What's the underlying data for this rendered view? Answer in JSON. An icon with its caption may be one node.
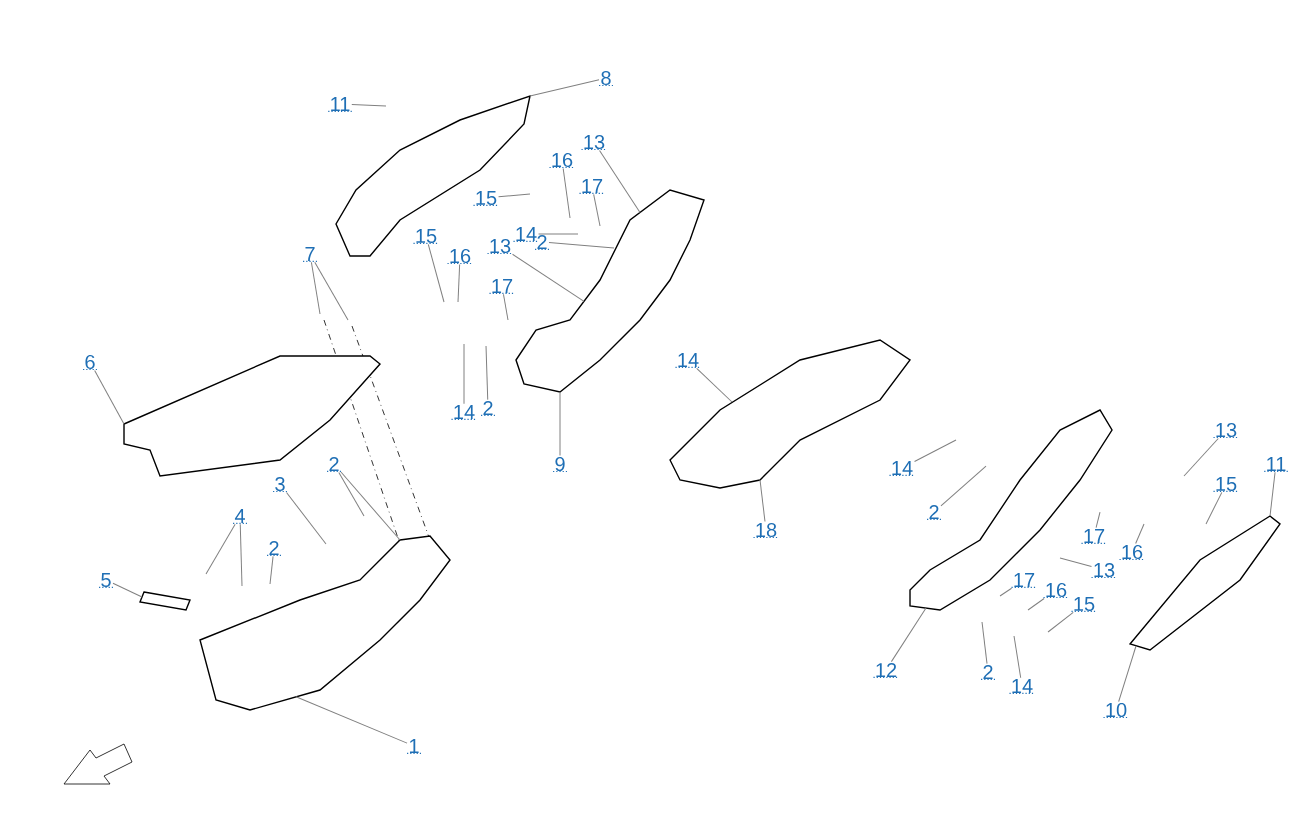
{
  "diagram": {
    "nodes": [
      {
        "text": [
          "8"
        ]
      },
      {
        "text": [
          "11"
        ]
      },
      {
        "text": [
          "13"
        ]
      },
      {
        "text": [
          "16"
        ]
      },
      {
        "text": [
          "17"
        ]
      },
      {
        "text": [
          "15"
        ]
      },
      {
        "text": [
          "14"
        ]
      },
      {
        "text": [
          "2"
        ]
      },
      {
        "text": [
          "7"
        ]
      },
      {
        "text": [
          "15"
        ]
      },
      {
        "text": [
          "13"
        ]
      },
      {
        "text": [
          "16"
        ]
      },
      {
        "text": [
          "17"
        ]
      },
      {
        "text": [
          "6"
        ]
      },
      {
        "text": [
          "14"
        ]
      },
      {
        "text": [
          "14"
        ]
      },
      {
        "text": [
          "2"
        ]
      },
      {
        "text": [
          "9"
        ]
      },
      {
        "text": [
          "13"
        ]
      },
      {
        "text": [
          "11"
        ]
      },
      {
        "text": [
          "14"
        ]
      },
      {
        "text": [
          "2"
        ]
      },
      {
        "text": [
          "3"
        ]
      },
      {
        "text": [
          "2"
        ]
      },
      {
        "text": [
          "15"
        ]
      },
      {
        "text": [
          "4"
        ]
      },
      {
        "text": [
          "18"
        ]
      },
      {
        "text": [
          "17"
        ]
      },
      {
        "text": [
          "16"
        ]
      },
      {
        "text": [
          "13"
        ]
      },
      {
        "text": [
          "2"
        ]
      },
      {
        "text": [
          "5"
        ]
      },
      {
        "text": [
          "17"
        ]
      },
      {
        "text": [
          "16"
        ]
      },
      {
        "text": [
          "15"
        ]
      },
      {
        "text": [
          "12"
        ]
      },
      {
        "text": [
          "2"
        ]
      },
      {
        "text": [
          "14"
        ]
      },
      {
        "text": [
          "10"
        ]
      },
      {
        "text": [
          "1"
        ]
      },
      {
        "text": [],
        "shape": "picture"
      },
      {
        "text": [],
        "shape": "picture"
      },
      {
        "text": [],
        "shape": "picture"
      },
      {
        "text": [],
        "shape": "picture"
      },
      {
        "text": [],
        "shape": "picture"
      },
      {
        "text": [],
        "shape": "picture"
      },
      {
        "text": [],
        "shape": "picture"
      },
      {
        "text": [],
        "shape": "picture"
      }
    ],
    "edges": [
      {
        "from": 0,
        "to": 40,
        "arrow": "none"
      },
      {
        "from": 1,
        "to": null,
        "arrow": "none"
      },
      {
        "from": 2,
        "to": 41,
        "arrow": "none"
      },
      {
        "from": 3,
        "to": null,
        "arrow": "none"
      },
      {
        "from": 4,
        "to": null,
        "arrow": "none"
      },
      {
        "from": 5,
        "to": null,
        "arrow": "none"
      },
      {
        "from": 6,
        "to": null,
        "arrow": "none"
      },
      {
        "from": 7,
        "to": 41,
        "arrow": "none"
      },
      {
        "from": 8,
        "to": null,
        "arrow": "none"
      },
      {
        "from": 8,
        "to": null,
        "arrow": "none"
      },
      {
        "from": 9,
        "to": null,
        "arrow": "none"
      },
      {
        "from": 10,
        "to": 41,
        "arrow": "none"
      },
      {
        "from": 11,
        "to": null,
        "arrow": "none"
      },
      {
        "from": 12,
        "to": null,
        "arrow": "none"
      },
      {
        "from": 13,
        "to": 42,
        "arrow": "none"
      },
      {
        "from": 14,
        "to": 44,
        "arrow": "none"
      },
      {
        "from": 15,
        "to": null,
        "arrow": "none"
      },
      {
        "from": 16,
        "to": null,
        "arrow": "none"
      },
      {
        "from": 17,
        "to": 41,
        "arrow": "none"
      },
      {
        "from": 18,
        "to": null,
        "arrow": "none"
      },
      {
        "from": 19,
        "to": 46,
        "arrow": "none"
      },
      {
        "from": 20,
        "to": null,
        "arrow": "none"
      },
      {
        "from": 21,
        "to": null,
        "arrow": "none"
      },
      {
        "from": 22,
        "to": null,
        "arrow": "none"
      },
      {
        "from": 23,
        "to": null,
        "arrow": "none"
      },
      {
        "from": 23,
        "to": 43,
        "arrow": "none"
      },
      {
        "from": 24,
        "to": null,
        "arrow": "none"
      },
      {
        "from": 25,
        "to": null,
        "arrow": "none"
      },
      {
        "from": 25,
        "to": null,
        "arrow": "none"
      },
      {
        "from": 26,
        "to": 44,
        "arrow": "none"
      },
      {
        "from": 27,
        "to": null,
        "arrow": "none"
      },
      {
        "from": 28,
        "to": null,
        "arrow": "none"
      },
      {
        "from": 29,
        "to": null,
        "arrow": "none"
      },
      {
        "from": 30,
        "to": null,
        "arrow": "none"
      },
      {
        "from": 31,
        "to": 47,
        "arrow": "none"
      },
      {
        "from": 32,
        "to": null,
        "arrow": "none"
      },
      {
        "from": 33,
        "to": null,
        "arrow": "none"
      },
      {
        "from": 34,
        "to": null,
        "arrow": "none"
      },
      {
        "from": 35,
        "to": 45,
        "arrow": "none"
      },
      {
        "from": 36,
        "to": null,
        "arrow": "none"
      },
      {
        "from": 37,
        "to": null,
        "arrow": "none"
      },
      {
        "from": 38,
        "to": 46,
        "arrow": "none"
      },
      {
        "from": 39,
        "to": 43,
        "arrow": "none"
      }
    ]
  }
}
